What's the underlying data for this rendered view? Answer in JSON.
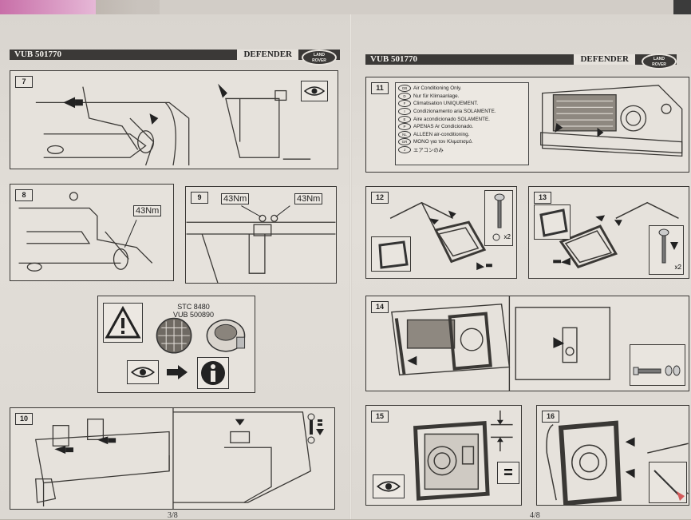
{
  "left_page": {
    "part_number": "VUB 501770",
    "model": "DEFENDER",
    "logo_text": [
      "LAND",
      "ROVER"
    ],
    "page_number": "3/8",
    "steps": [
      {
        "num": "7"
      },
      {
        "num": "8",
        "torque": "43Nm"
      },
      {
        "num": "9",
        "torque_left": "43Nm",
        "torque_right": "43Nm"
      },
      {
        "num": "10"
      }
    ],
    "kit": {
      "line1": "STC 8480",
      "line2": "VUB 500890"
    }
  },
  "right_page": {
    "part_number": "VUB 501770",
    "model": "DEFENDER",
    "logo_text": [
      "LAND",
      "ROVER"
    ],
    "page_number": "4/8",
    "step11": {
      "num": "11",
      "languages": [
        {
          "code": "GB",
          "text": "Air Conditioning Only."
        },
        {
          "code": "D",
          "text": "Nur für Klimaanlage."
        },
        {
          "code": "F",
          "text": "Climatisation UNIQUEMENT."
        },
        {
          "code": "I",
          "text": "Condizionamento aria SOLAMENTE."
        },
        {
          "code": "E",
          "text": "Aire acondicionado SOLAMENTE."
        },
        {
          "code": "P",
          "text": "APENAS Ar Condicionado."
        },
        {
          "code": "NL",
          "text": "ALLEEN air-conditioning."
        },
        {
          "code": "GR",
          "text": "ΜΟΝΟ για τον Κλιματισμό."
        },
        {
          "code": "J",
          "text": "エアコンのみ"
        }
      ]
    },
    "steps": [
      {
        "num": "12",
        "qty": "x2"
      },
      {
        "num": "13",
        "qty": "x2"
      },
      {
        "num": "14"
      },
      {
        "num": "15"
      },
      {
        "num": "16"
      }
    ]
  },
  "colors": {
    "paper": "#e2ded8",
    "ink": "#3a3835",
    "header": "#3b3937",
    "pink": "#c86fa8"
  }
}
